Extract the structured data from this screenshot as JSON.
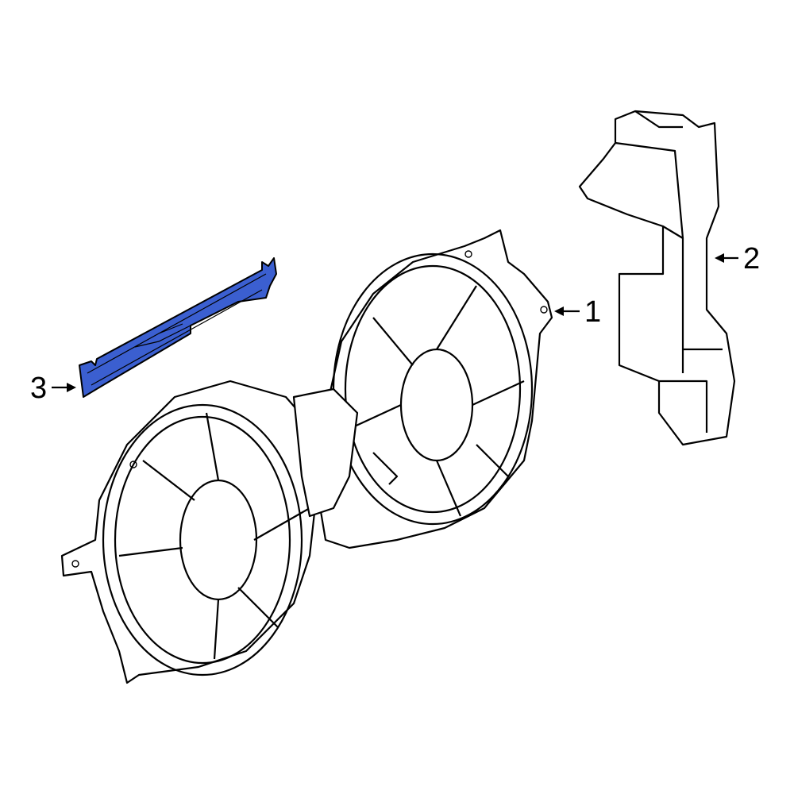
{
  "callouts": [
    {
      "number": "1",
      "part": "fan-shroud"
    },
    {
      "number": "2",
      "part": "side-air-deflector"
    },
    {
      "number": "3",
      "part": "upper-seal-highlighted"
    }
  ],
  "colors": {
    "highlight": "#3b5fd0",
    "line": "#000000",
    "background": "#ffffff"
  }
}
